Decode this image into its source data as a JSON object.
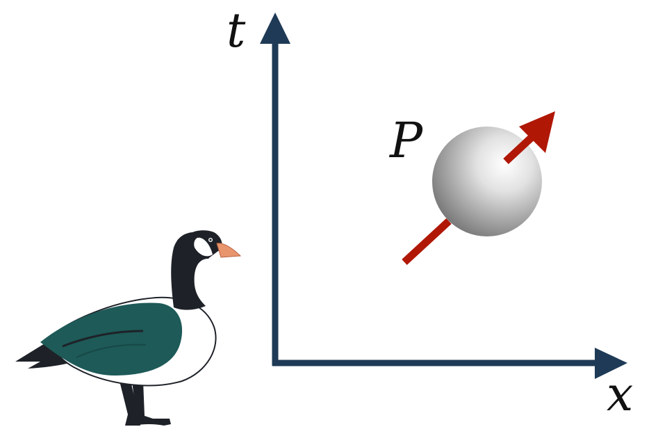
{
  "diagram": {
    "axes": {
      "time_label": "t",
      "space_label": "x",
      "color": "#1e3a56"
    },
    "particle": {
      "label": "P",
      "sphere_color_light": "#ffffff",
      "sphere_color_dark": "#7a7a7a",
      "arrow_color": "#b01705"
    },
    "observer": {
      "icon": "goose-icon",
      "body_color": "#ffffff",
      "wing_color": "#1d5a58",
      "neck_color": "#1e2228",
      "beak_color": "#e8956d"
    }
  }
}
